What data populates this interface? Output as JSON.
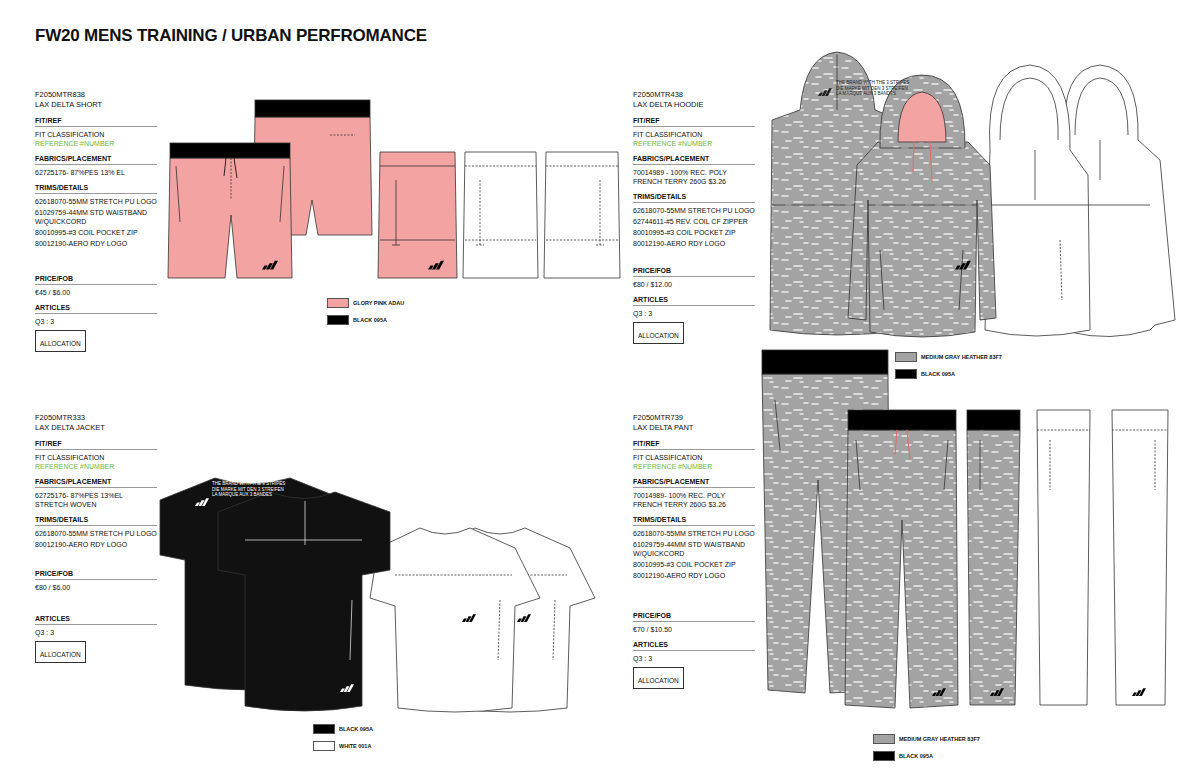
{
  "diagram": {
    "title": "FW20 MENS TRAINING / URBAN PERFROMANCE",
    "nodes": [
      {
        "text": [
          "ALLOCATION"
        ]
      },
      {
        "text": [
          "ALLOCATION"
        ]
      },
      {
        "text": [
          "ALLOCATION"
        ]
      },
      {
        "text": [
          "ALLOCATION"
        ]
      }
    ],
    "labels": [
      "F2050MTR838",
      "LAX DELTA SHORT",
      "FIT/REF",
      "FIT CLASSIFICATION",
      "REFERENCE #NUMBER",
      "FABRICS/PLACEMENT",
      "62725176- 87%PES 13% EL",
      "TRIMS/DETAILS",
      "62618070-55MM STRETCH PU LOGO",
      "61029759-44MM STD WAISTBAND W/QUICKCORD",
      "80010995-#3 COIL POCKET ZIP",
      "80012190-AERO RDY LOGO",
      "PRICE/FOB",
      "€45 / $6.00",
      "ARTICLES",
      "Q3 : 3",
      "F2050MTR438",
      "LAX DELTA HOODIE",
      "FIT/REF",
      "FIT CLASSIFICATION",
      "REFERENCE #NUMBER",
      "FABRICS/PLACEMENT",
      "70014989 - 100% REC. POLY FRENCH TERRY 260G $3.26",
      "TRIMS/DETAILS",
      "62618070-55MM STRETCH PU LOGO",
      "62744611-#5 REV. COIL CF ZIPPER",
      "80010995-#3 COIL POCKET ZIP",
      "80012190-AERO RDY LOGO",
      "PRICE/FOB",
      "€80 / $12.00",
      "ARTICLES",
      "Q3 : 3",
      "F2050MTR333",
      "LAX DELTA JACKET",
      "FIT/REF",
      "FIT CLASSIFICATION",
      "REFERENCE #NUMBER",
      "FABRICS/PLACEMENT",
      "62725176- 87%PES 13%EL STRETCH WOVEN",
      "TRIMS/DETAILS",
      "62618070-55MM STRETCH PU LOGO",
      "80012190-AERO RDY LOGO",
      "PRICE/FOB",
      "€80 / $6.00",
      "ARTICLES",
      "Q3 : 3",
      "F2050MTR739",
      "LAX DELTA PANT",
      "FIT/REF",
      "FIT CLASSIFICATION",
      "REFERENCE #NUMBER",
      "FABRICS/PLACEMENT",
      "70014989- 100% REC. POLY FRENCH TERRY 260G $3.26",
      "TRIMS/DETAILS",
      "62618070-55MM STRETCH PU LOGO",
      "61029759-44MM STD WAISTBAND W/QUICKCORD",
      "80010995-#3 COIL POCKET ZIP",
      "80012190-AERO RDY LOGO",
      "PRICE/FOB",
      "€70 / $10.50",
      "ARTICLES",
      "Q3 : 3",
      "THE BRAND WITH THE 3 STRIPES",
      "DIE MARKE MIT DEN 3 STREIFEN",
      "LA MARQUE AUX 3 BANDES",
      "THE BRAND WITH THE 3 STRIPES",
      "DIE MARKE MIT DEN 3 STREIFEN",
      "LA MARQUE AUX 3 BANDES"
    ],
    "legend": [
      {
        "text": "GLORY PINK ADAU",
        "color": "#f4a3a3"
      },
      {
        "text": "BLACK 095A",
        "color": "#000000"
      },
      {
        "text": "MEDIUM GRAY HEATHER 83F7",
        "color": "#a3a3a3"
      },
      {
        "text": "BLACK 095A",
        "color": "#000000"
      },
      {
        "text": "BLACK 095A",
        "color": "#000000"
      },
      {
        "text": "WHITE 001A",
        "color": "#ffffff"
      },
      {
        "text": "MEDIUM GRAY HEATHER 83F7",
        "color": "#a3a3a3"
      },
      {
        "text": "BLACK 095A",
        "color": "#000000"
      }
    ]
  }
}
